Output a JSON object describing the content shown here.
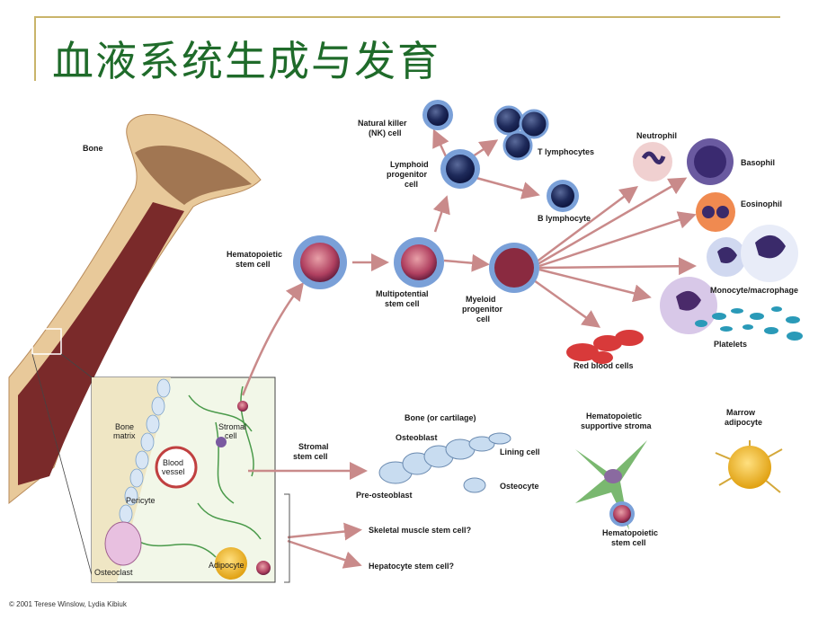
{
  "title": "血液系统生成与发育",
  "labels": {
    "bone": "Bone",
    "hsc": [
      "Hematopoietic",
      "stem cell"
    ],
    "nk": [
      "Natural killer",
      "(NK) cell"
    ],
    "lymphoid": [
      "Lymphoid",
      "progenitor",
      "cell"
    ],
    "t_lymph": "T lymphocytes",
    "b_lymph": "B lymphocyte",
    "multipotential": [
      "Multipotential",
      "stem cell"
    ],
    "myeloid": [
      "Myeloid",
      "progenitor",
      "cell"
    ],
    "neutrophil": "Neutrophil",
    "basophil": "Basophil",
    "eosinophil": "Eosinophil",
    "monocyte": "Monocyte/macrophage",
    "platelets": "Platelets",
    "rbc": "Red blood cells",
    "bone_matrix": [
      "Bone",
      "matrix"
    ],
    "stromal_cell": [
      "Stromal",
      "cell"
    ],
    "blood_vessel": [
      "Blood",
      "vessel"
    ],
    "pericyte": "Pericyte",
    "osteoclast": "Osteoclast",
    "adipocyte": "Adipocyte",
    "stromal_stem": [
      "Stromal",
      "stem cell"
    ],
    "bone_cartilage": "Bone (or cartilage)",
    "osteoblast": "Osteoblast",
    "lining_cell": "Lining cell",
    "osteocyte": "Osteocyte",
    "pre_osteoblast": "Pre-osteoblast",
    "hsc_stroma": [
      "Hematopoietic",
      "supportive stroma"
    ],
    "marrow_adipocyte": [
      "Marrow",
      "adipocyte"
    ],
    "hsc2": [
      "Hematopoietic",
      "stem cell"
    ],
    "skeletal": "Skeletal muscle stem cell?",
    "hepatocyte": "Hepatocyte stem cell?"
  },
  "copyright": "© 2001 Terese Winslow, Lydia Kibiuk",
  "colors": {
    "title": "#1f6b2a",
    "bar": "#c9b46a",
    "arrow": "#c98a8a",
    "bone": "#e8c99a",
    "marrow": "#7a2a2a"
  }
}
